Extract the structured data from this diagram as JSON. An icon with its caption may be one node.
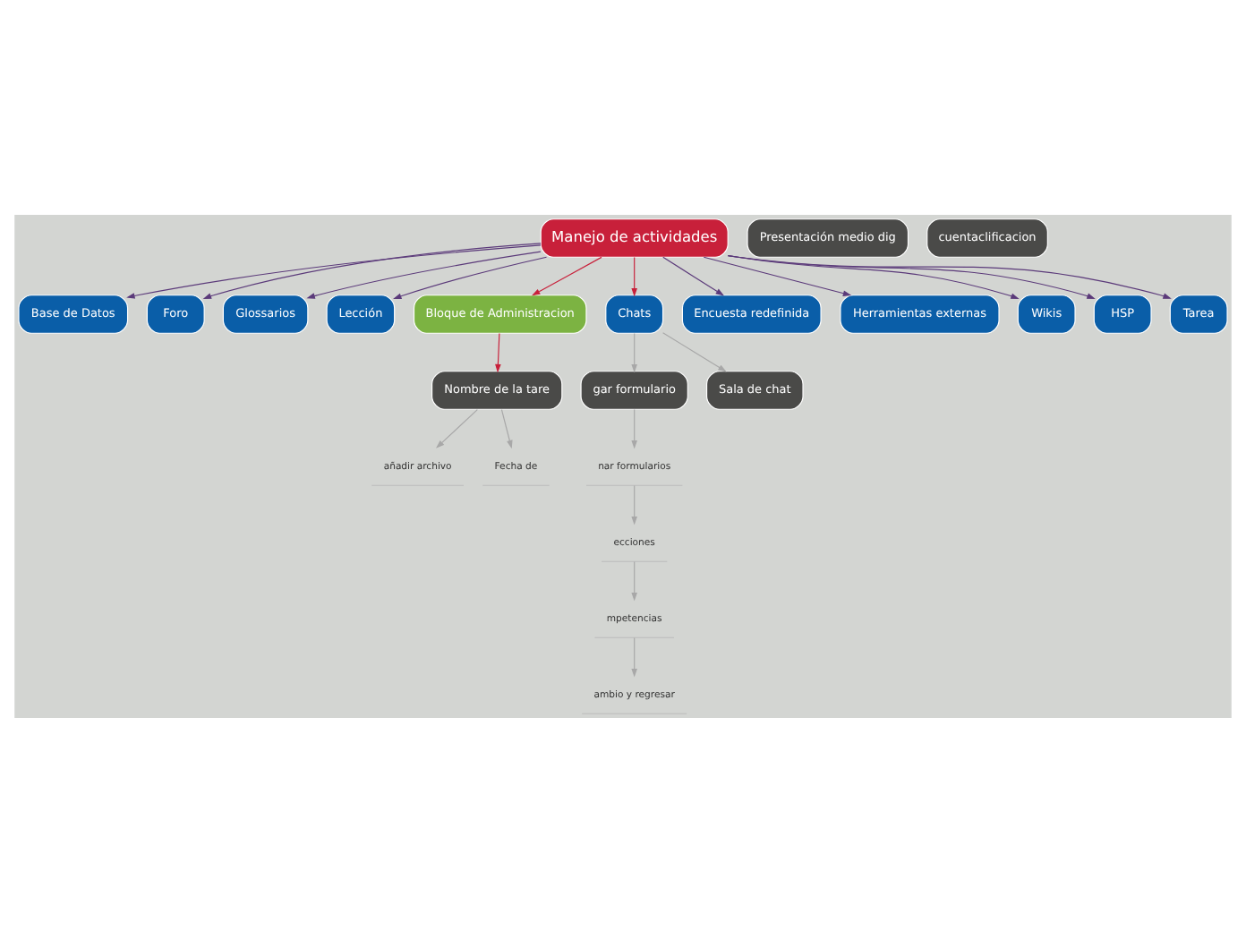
{
  "diagram": {
    "nodes": [
      {
        "text": [
          "Manejo de actividades"
        ]
      },
      {
        "text": [
          "Base de Datos"
        ]
      },
      {
        "text": [
          "Foro"
        ]
      },
      {
        "text": [
          "Glossarios"
        ]
      },
      {
        "text": [
          "Lección"
        ]
      },
      {
        "text": [
          "Bloque de Administracion"
        ]
      },
      {
        "text": [
          "Chats"
        ]
      },
      {
        "text": [
          "Encuesta redefinida"
        ]
      },
      {
        "text": [
          "Herramientas externas"
        ]
      },
      {
        "text": [
          "Wikis"
        ]
      },
      {
        "text": [
          "HSP"
        ]
      },
      {
        "text": [
          "Tarea"
        ]
      },
      {
        "text": [
          "gar formulario"
        ]
      },
      {
        "text": [
          "Sala de chat"
        ]
      },
      {
        "text": [
          "ecciones"
        ]
      },
      {
        "text": [
          "nar formularios"
        ]
      },
      {
        "text": [
          "mpetencias"
        ]
      },
      {
        "text": [
          "ambio y regresar"
        ]
      },
      {
        "text": [
          "Presentación medio dig"
        ]
      },
      {
        "text": [
          "cuentaclificacion"
        ]
      },
      {
        "text": [
          "Nombre de la tare"
        ]
      },
      {
        "text": [
          "añadir archivo"
        ]
      },
      {
        "text": [
          "Fecha de"
        ]
      }
    ],
    "edges": [
      {
        "from": 0,
        "to": 1,
        "arrow": "to"
      },
      {
        "from": 0,
        "to": 2,
        "arrow": "to"
      },
      {
        "from": 0,
        "to": 3,
        "arrow": "to"
      },
      {
        "from": 0,
        "to": 4,
        "arrow": "to"
      },
      {
        "from": 0,
        "to": 5,
        "arrow": "to",
        "color": "#c8203a"
      },
      {
        "from": 0,
        "to": 6,
        "arrow": "to",
        "color": "#c8203a"
      },
      {
        "from": 0,
        "to": 7,
        "arrow": "to"
      },
      {
        "from": 0,
        "to": 8,
        "arrow": "to"
      },
      {
        "from": 0,
        "to": 9,
        "arrow": "to"
      },
      {
        "from": 0,
        "to": 10,
        "arrow": "to"
      },
      {
        "from": 0,
        "to": 11,
        "arrow": "to"
      },
      {
        "from": 6,
        "to": 12,
        "arrow": "to",
        "color": "#a8a8a8"
      },
      {
        "from": 6,
        "to": 13,
        "arrow": "to",
        "color": "#a8a8a8"
      },
      {
        "from": 12,
        "to": 15,
        "arrow": "to",
        "color": "#a8a8a8"
      },
      {
        "from": 15,
        "to": 14,
        "arrow": "to",
        "color": "#a8a8a8"
      },
      {
        "from": 14,
        "to": 16,
        "arrow": "to",
        "color": "#a8a8a8"
      },
      {
        "from": 16,
        "to": 17,
        "arrow": "to",
        "color": "#a8a8a8"
      },
      {
        "from": 5,
        "to": 20,
        "arrow": "to",
        "color": "#c8203a"
      },
      {
        "from": 20,
        "to": 21,
        "arrow": "to",
        "color": "#a8a8a8"
      },
      {
        "from": 20,
        "to": 22,
        "arrow": "to",
        "color": "#a8a8a8"
      }
    ]
  }
}
